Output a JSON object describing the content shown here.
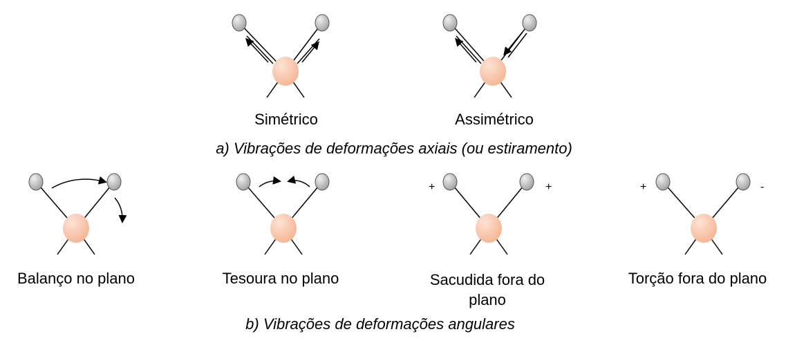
{
  "colors": {
    "center_atom": "#f5b493",
    "center_atom_light": "#fde3d5",
    "outer_atom": "#9a9a9a",
    "outer_atom_light": "#f0f0f0",
    "bond": "#000000"
  },
  "axial": {
    "caption": "a) Vibrações de deformações axiais (ou estiramento)",
    "items": [
      {
        "label": "Simétrico"
      },
      {
        "label": "Assimétrico"
      }
    ]
  },
  "angular": {
    "caption": "b) Vibrações de deformações angulares",
    "items": [
      {
        "label": "Balanço no plano"
      },
      {
        "label": "Tesoura no plano"
      },
      {
        "label": "Sacudida fora do plano",
        "line1": "Sacudida fora do",
        "line2": "plano",
        "sign_left": "+",
        "sign_right": "+"
      },
      {
        "label": "Torção fora do plano",
        "sign_left": "+",
        "sign_right": "-"
      }
    ]
  }
}
